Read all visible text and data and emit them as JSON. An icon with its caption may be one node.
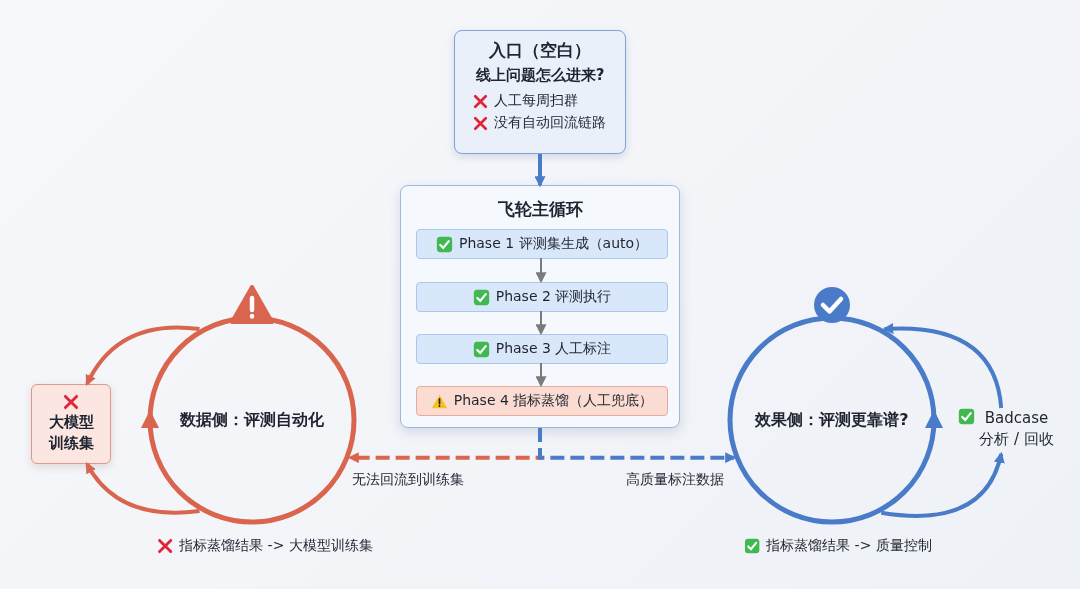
{
  "diagram": {
    "nodes": [
      {
        "text": [
          "入口（空白）",
          "线上问题怎么进来?",
          "人工每周扫群",
          "没有自动回流链路"
        ]
      },
      {
        "text": [
          "飞轮主循环"
        ]
      },
      {
        "text": [
          "Phase 1 评测集生成（auto）"
        ],
        "in": 1
      },
      {
        "text": [
          "Phase 2 评测执行"
        ],
        "in": 1
      },
      {
        "text": [
          "Phase 3 人工标注"
        ],
        "in": 1
      },
      {
        "text": [
          "Phase 4 指标蒸馏（人工兜底）"
        ],
        "in": 1
      },
      {
        "text": [
          "数据侧：评测自动化"
        ]
      },
      {
        "text": [
          "效果侧：评测更靠谱?"
        ]
      },
      {
        "text": [
          "大模型训练集"
        ]
      },
      {
        "text": [
          "Badcase 分析 / 回收"
        ]
      }
    ],
    "edges": [
      {
        "from": 0,
        "to": 1,
        "arrow": "to",
        "color": "#4a7bc8"
      },
      {
        "from": 2,
        "to": 3,
        "arrow": "to"
      },
      {
        "from": 3,
        "to": 4,
        "arrow": "to"
      },
      {
        "from": 4,
        "to": 5,
        "arrow": "to"
      },
      {
        "from": 1,
        "to": 6,
        "arrow": "to",
        "label": "无法回流到训练集",
        "style": "dashed",
        "color": "#d9654f"
      },
      {
        "from": 1,
        "to": 7,
        "arrow": "to",
        "label": "高质量标注数据",
        "style": "dashed",
        "color": "#4a7bc8"
      },
      {
        "from": 6,
        "to": 8,
        "arrow": "to",
        "color": "#d9654f"
      },
      {
        "from": 6,
        "to": 8,
        "arrow": "to",
        "color": "#d9654f"
      },
      {
        "from": 9,
        "to": 7,
        "arrow": "to",
        "color": "#4a7bc8"
      },
      {
        "from": 7,
        "to": 9,
        "arrow": "to",
        "color": "#4a7bc8"
      }
    ],
    "labels": [
      "指标蒸馏结果 -> 大模型训练集",
      "指标蒸馏结果 -> 质量控制"
    ]
  }
}
